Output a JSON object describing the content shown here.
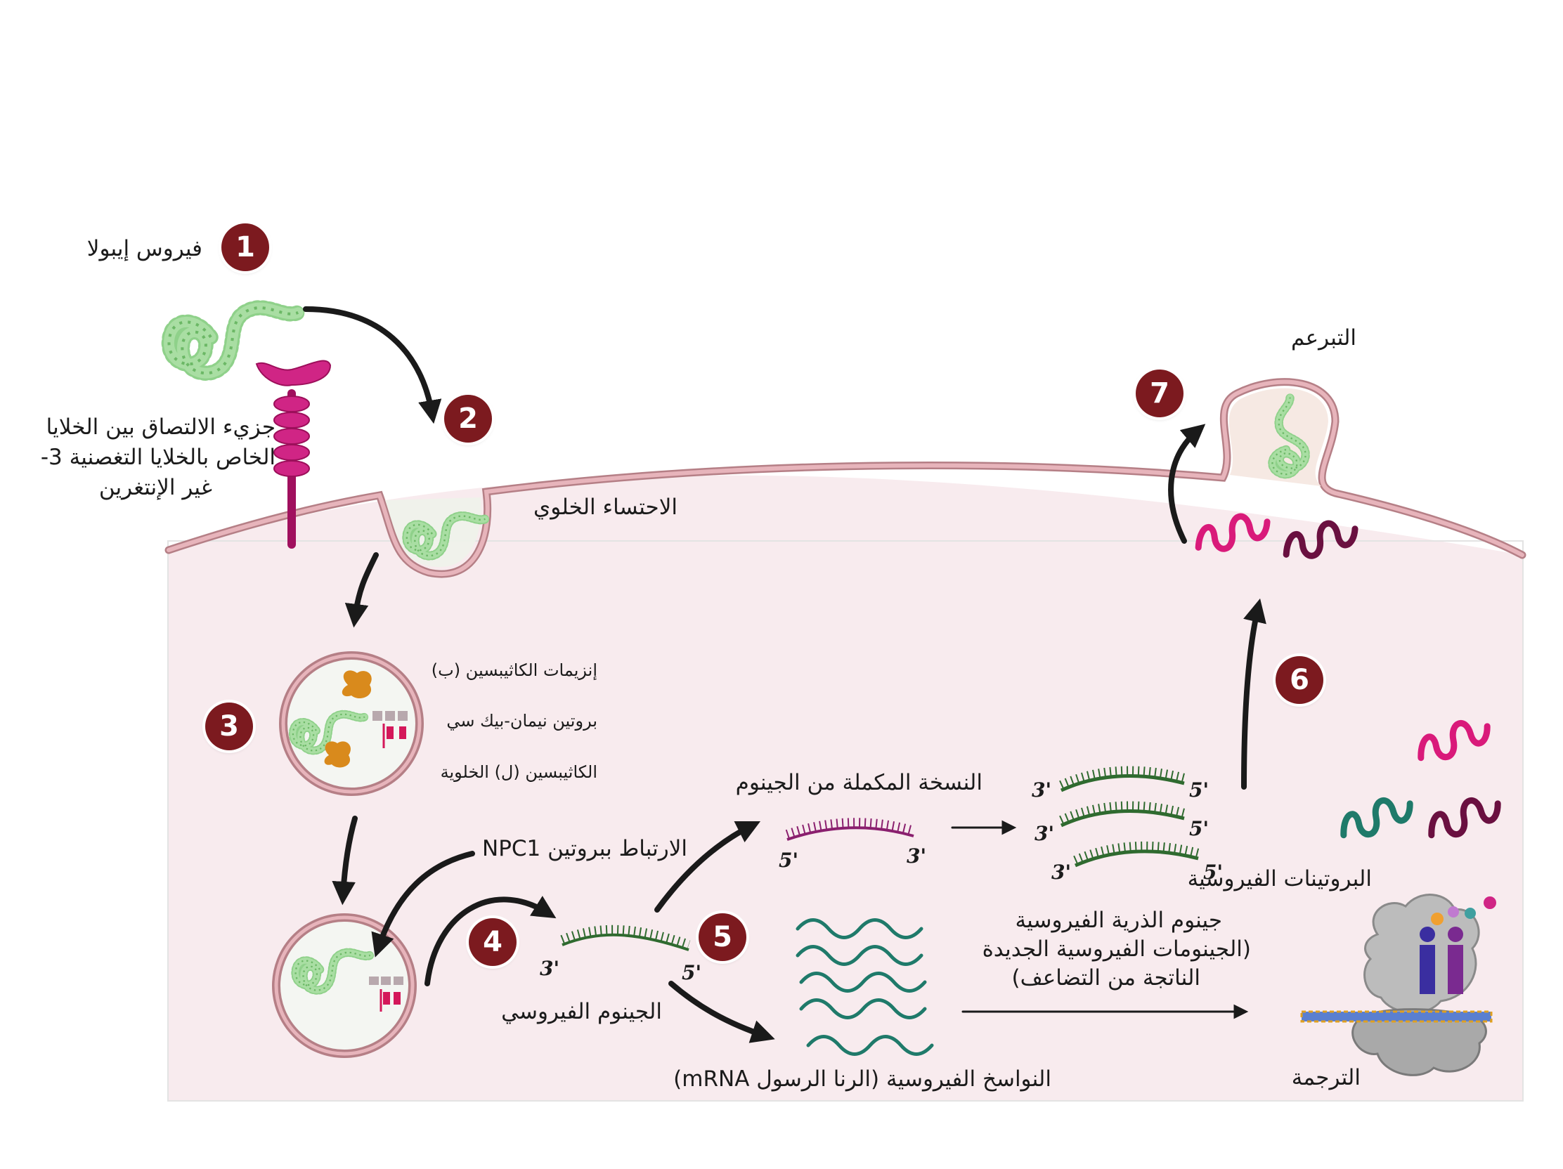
{
  "steps": [
    "1",
    "2",
    "3",
    "4",
    "5",
    "6",
    "7"
  ],
  "labels": {
    "ebola_virus": "فيروس إيبولا",
    "receptor_line1": "جزيء الالتصاق بين الخلايا",
    "receptor_line2": "الخاص بالخلايا التغصنية 3-",
    "receptor_line3": "غير الإنتغرين",
    "endocytosis": "الاحتساء الخلوي",
    "cathepsin_b": "إنزيمات الكاثيبسين (ب)",
    "npc_protein": "بروتين نيمان-بيك سي",
    "cathepsin_l": "الكاثيبسين (ل) الخلوية",
    "npc1_binding": "الارتباط ببروتين NPC1",
    "viral_genome": "الجينوم الفيروسي",
    "antigenome": "النسخة المكملة من الجينوم",
    "progeny_line1": "جينوم الذرية الفيروسية",
    "progeny_line2": "(الجينومات الفيروسية الجديدة",
    "progeny_line3": "الناتجة من التضاعف)",
    "mrna": "النواسخ الفيروسية (الرنا الرسول mRNA)",
    "translation": "الترجمة",
    "viral_proteins": "البروتينات الفيروسية",
    "budding": "التبرعم"
  },
  "strand_ends": {
    "three": "3'",
    "five": "5'"
  },
  "colors": {
    "badge": "#7c1a1f",
    "cytoplasm": "#f8ebee",
    "membrane": "#d59aa2",
    "virus": "#8fd18a",
    "receptor": "#c2187a",
    "enzyme": "#d98a1c",
    "genome_green": "#2f6a2f",
    "antigenome_purple": "#8a1f6e",
    "mrna_teal": "#1f7a6a",
    "protein_pink": "#d91a7a",
    "protein_maroon": "#6a1040",
    "arrow": "#1a1a1a"
  }
}
